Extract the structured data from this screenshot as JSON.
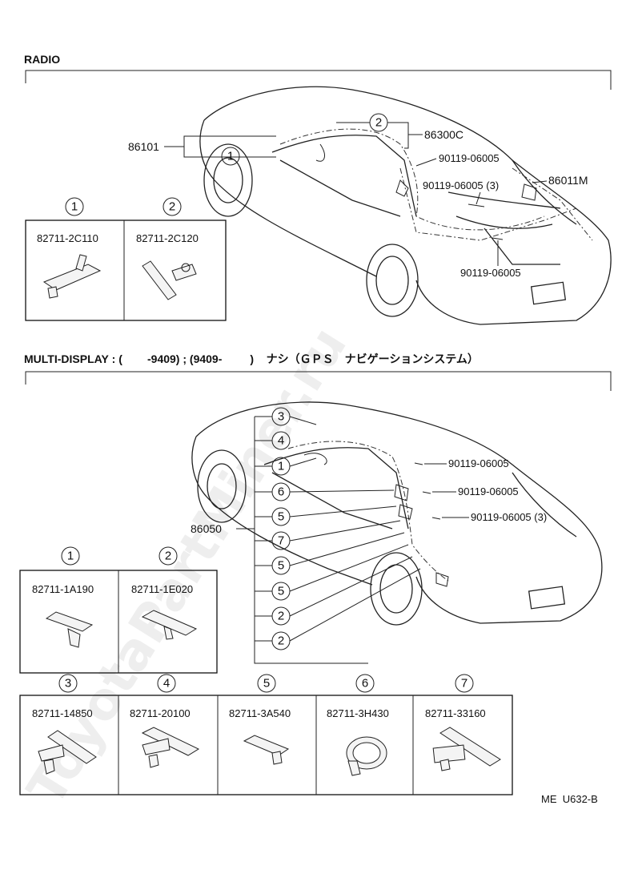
{
  "sections": {
    "radio_title": "RADIO",
    "multi_title": "MULTI-DISPLAY : (        -9409) ; (9409-         )    ナシ（ＧＰＳ　ナビゲーションシステム）"
  },
  "radio": {
    "callouts": {
      "p86101": "86101",
      "p86300c": "86300C",
      "p90119_a": "90119-06005",
      "p90119_b": "90119-06005 (3)",
      "p86011m": "86011M",
      "p90119_c": "90119-06005"
    },
    "circles": {
      "c1": "1",
      "c2": "2"
    },
    "clamps": [
      {
        "num": "1",
        "part": "82711-2C110"
      },
      {
        "num": "2",
        "part": "82711-2C120"
      }
    ]
  },
  "multi": {
    "callouts": {
      "p90119_a": "90119-06005",
      "p90119_b": "90119-06005",
      "p90119_c": "90119-06005 (3)",
      "p86050": "86050"
    },
    "leader_circles": [
      "3",
      "4",
      "1",
      "6",
      "5",
      "7",
      "5",
      "5",
      "2",
      "2"
    ],
    "clamps_top": [
      {
        "num": "1",
        "part": "82711-1A190"
      },
      {
        "num": "2",
        "part": "82711-1E020"
      }
    ],
    "clamps_bottom": [
      {
        "num": "3",
        "part": "82711-14850"
      },
      {
        "num": "4",
        "part": "82711-20100"
      },
      {
        "num": "5",
        "part": "82711-3A540"
      },
      {
        "num": "6",
        "part": "82711-3H430"
      },
      {
        "num": "7",
        "part": "82711-33160"
      }
    ]
  },
  "footer": {
    "code": "ME  U632-B"
  },
  "watermark": "ToyotaPartMiner.ru"
}
